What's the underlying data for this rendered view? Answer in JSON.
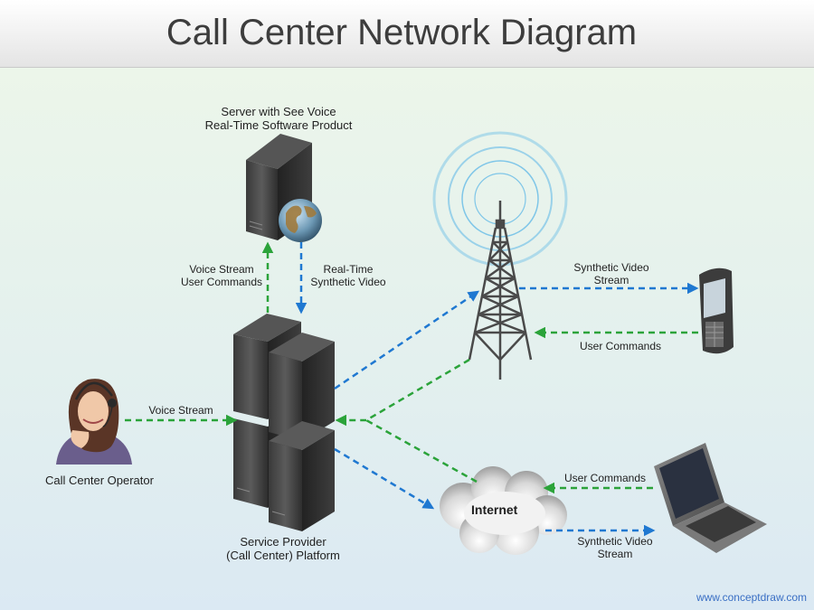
{
  "title": "Call Center Network Diagram",
  "nodes": {
    "server_label_line1": "Server with See Voice",
    "server_label_line2": "Real-Time Software Product",
    "operator_label": "Call Center Operator",
    "platform_label_line1": "Service Provider",
    "platform_label_line2": "(Call Center) Platform",
    "internet_label": "Internet"
  },
  "connectors": {
    "voice_stream_user_commands_line1": "Voice Stream",
    "voice_stream_user_commands_line2": "User Commands",
    "realtime_video_line1": "Real-Time",
    "realtime_video_line2": "Synthetic Video",
    "operator_voice_stream": "Voice Stream",
    "phone_video_line1": "Synthetic Video",
    "phone_video_line2": "Stream",
    "phone_user_commands": "User Commands",
    "laptop_user_commands": "User Commands",
    "laptop_video_line1": "Synthetic Video",
    "laptop_video_line2": "Stream"
  },
  "colors": {
    "blue_arrow": "#1f78d1",
    "green_arrow": "#2ba33a"
  },
  "footer": {
    "website": "www.conceptdraw.com"
  }
}
